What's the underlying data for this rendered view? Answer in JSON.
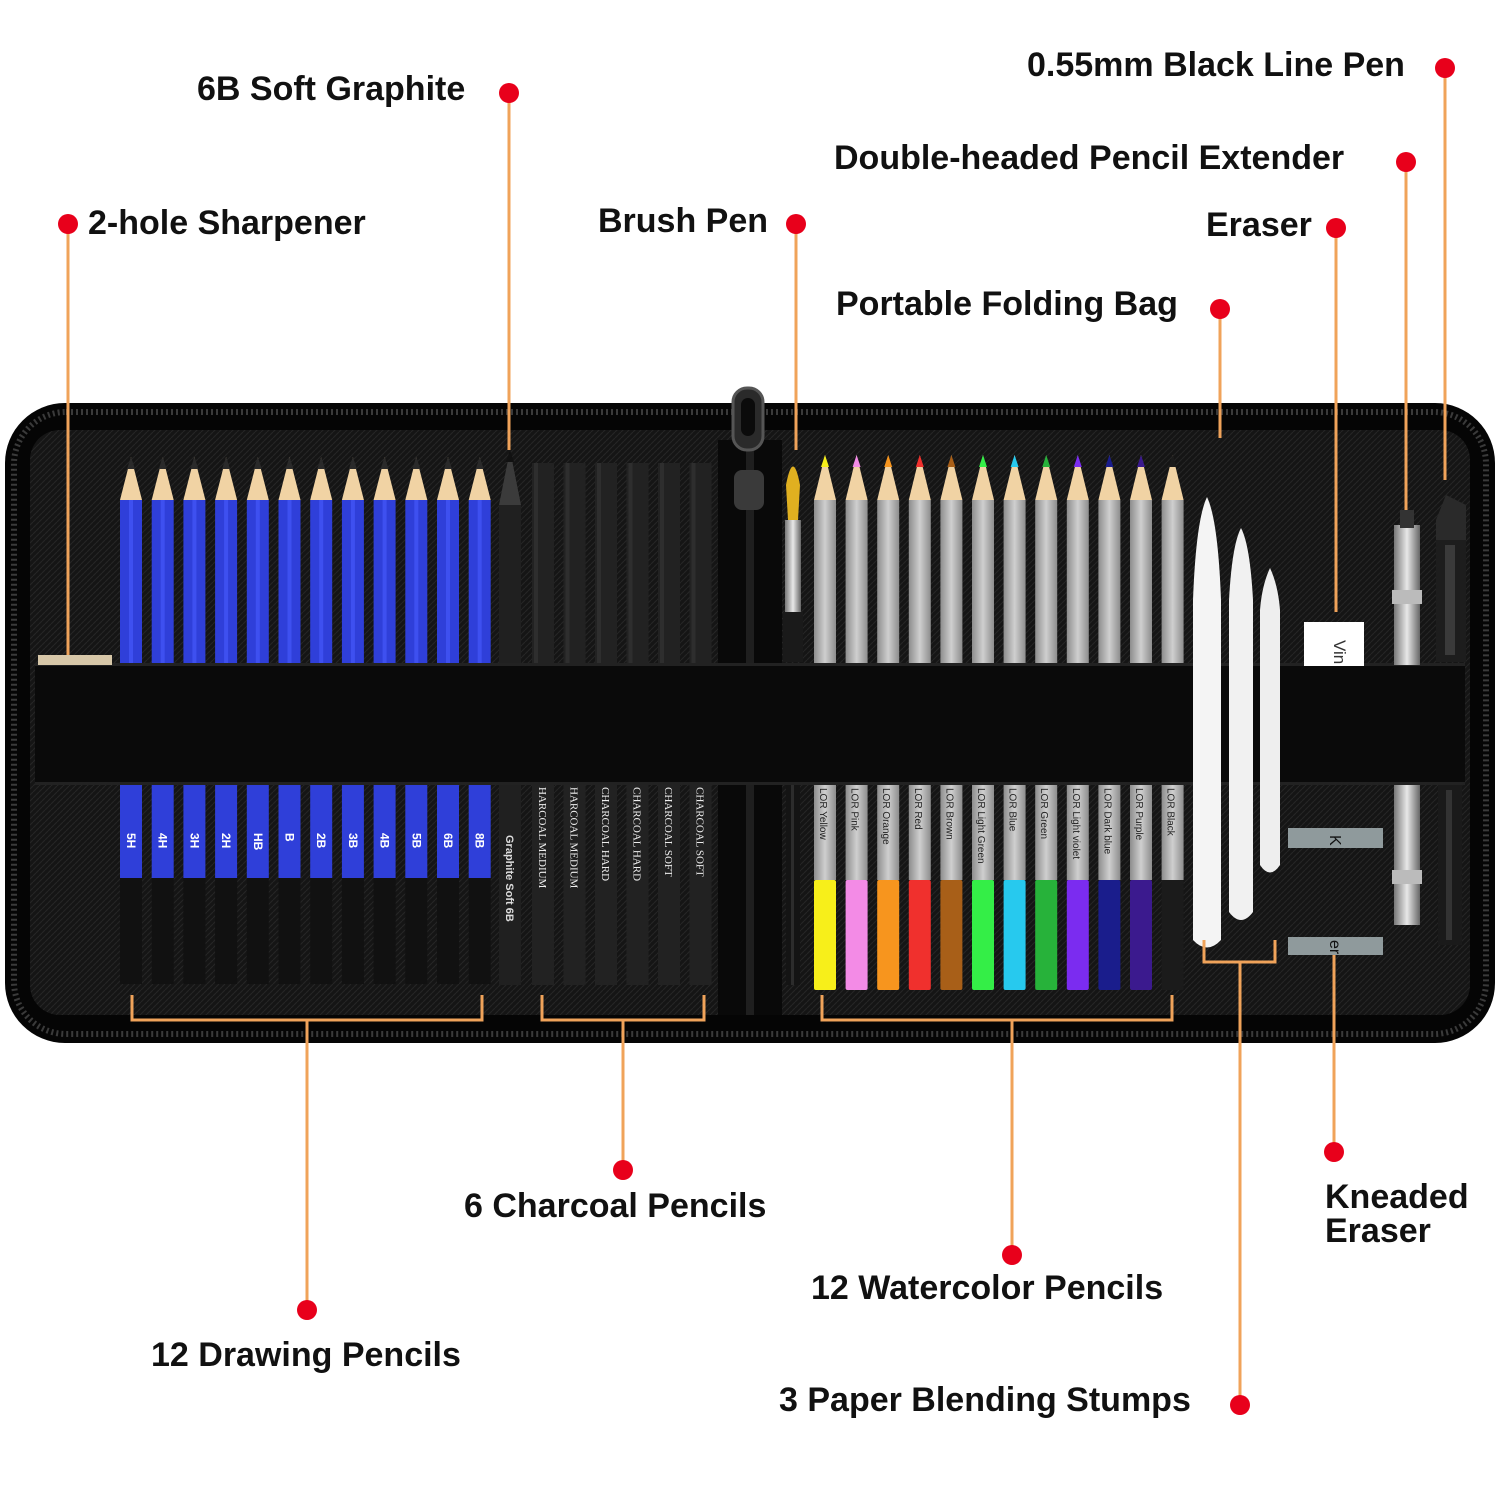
{
  "labels": {
    "soft_graphite": "6B Soft Graphite",
    "black_line_pen": "0.55mm Black Line Pen",
    "pencil_extender": "Double-headed Pencil Extender",
    "sharpener": "2-hole Sharpener",
    "brush_pen": "Brush Pen",
    "eraser": "Eraser",
    "folding_bag": "Portable Folding Bag",
    "charcoal_pencils": "6 Charcoal Pencils",
    "kneaded_eraser_line1": "Kneaded",
    "kneaded_eraser_line2": "Eraser",
    "watercolor_pencils": "12 Watercolor Pencils",
    "drawing_pencils": "12 Drawing Pencils",
    "blending_stumps": "3 Paper Blending Stumps"
  },
  "drawing_pencil_grades": [
    "5H",
    "4H",
    "3H",
    "2H",
    "HB",
    "B",
    "2B",
    "3B",
    "4B",
    "5B",
    "6B",
    "8B"
  ],
  "graphite_pencil": {
    "text": "Graphite Soft",
    "grade": "6B"
  },
  "charcoal_pencils": [
    {
      "brand": "HARCOAL",
      "grade": "MEDIUM"
    },
    {
      "brand": "HARCOAL",
      "grade": "MEDIUM"
    },
    {
      "brand": "CHARCOAL",
      "grade": "HARD"
    },
    {
      "brand": "CHARCOAL",
      "grade": "HARD"
    },
    {
      "brand": "CHARCOAL",
      "grade": "SOFT"
    },
    {
      "brand": "CHARCOAL",
      "grade": "SOFT"
    }
  ],
  "watercolor_pencils": [
    {
      "brand": "LOR",
      "name": "Yellow",
      "color": "#f7ef1a"
    },
    {
      "brand": "LOR",
      "name": "Pink",
      "color": "#f38be6"
    },
    {
      "brand": "LOR",
      "name": "Orange",
      "color": "#f7951e"
    },
    {
      "brand": "LOR",
      "name": "Red",
      "color": "#f0302d"
    },
    {
      "brand": "LOR",
      "name": "Brown",
      "color": "#a85f18"
    },
    {
      "brand": "LOR",
      "name": "Light Green",
      "color": "#34ee47"
    },
    {
      "brand": "LOR",
      "name": "Blue",
      "color": "#27c9ee"
    },
    {
      "brand": "LOR",
      "name": "Green",
      "color": "#27b23a"
    },
    {
      "brand": "LOR",
      "name": "Light violet",
      "color": "#7b2cf0"
    },
    {
      "brand": "LOR",
      "name": "Dark blue",
      "color": "#1a1d8c"
    },
    {
      "brand": "LOR",
      "name": "Purple",
      "color": "#3b1a8e"
    },
    {
      "brand": "LOR",
      "name": "Black",
      "color": "#1b1b1b"
    }
  ],
  "eraser_text": "Vin",
  "kneaded_text_top": "K",
  "kneaded_text_bottom": "er",
  "colors": {
    "dot": "#e8001b",
    "leader": "#f0a35a",
    "drawing_pencil_blue": "#2f3fd9",
    "case": "#0d0d0d"
  }
}
